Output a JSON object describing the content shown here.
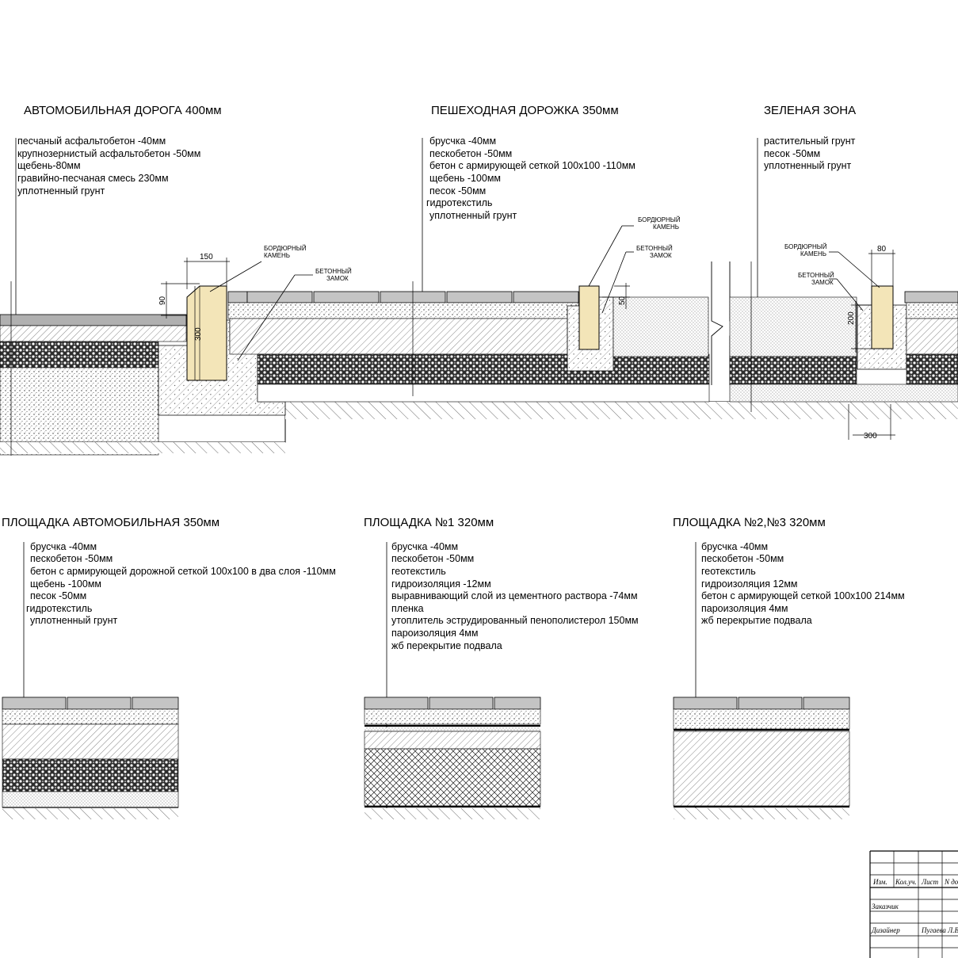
{
  "sections": {
    "road": {
      "title": "АВТОМОБИЛЬНАЯ ДОРОГА 400мм",
      "layers": [
        "песчаный асфальтобетон -40мм",
        "крупнозернистый асфальтобетон  -50мм",
        "щебень-80мм",
        "гравийно-песчаная смесь 230мм",
        "уплотненный грунт"
      ]
    },
    "walk": {
      "title": "ПЕШЕХОДНАЯ ДОРОЖКА 350мм",
      "layers": [
        "брусчка -40мм",
        "пескобетон -50мм",
        "бетон с армирующей сеткой 100х100 -110мм",
        "щебень -100мм",
        "песок -50мм",
        "гидротекстиль",
        "уплотненный грунт"
      ]
    },
    "green": {
      "title": "ЗЕЛЕНАЯ ЗОНА",
      "layers": [
        "растительный грунт",
        "песок -50мм",
        "уплотненный грунт"
      ]
    },
    "auto_pad": {
      "title": "ПЛОЩАДКА АВТОМОБИЛЬНАЯ 350мм",
      "layers": [
        "брусчка -40мм",
        "пескобетон -50мм",
        "бетон с армирующей дорожной сеткой 100х100 в два слоя -110мм",
        "щебень -100мм",
        "песок -50мм",
        "гидротекстиль",
        "уплотненный грунт"
      ]
    },
    "pad1": {
      "title": "ПЛОЩАДКА №1 320мм",
      "layers": [
        "брусчка -40мм",
        "пескобетон -50мм",
        "геотекстиль",
        "гидроизоляция -12мм",
        "выравнивающий слой из цементного раствора -74мм",
        "пленка",
        "утоплитель эструдированный пенополистерол 150мм",
        "пароизоляция 4мм",
        "жб перекрытие подвала"
      ]
    },
    "pad23": {
      "title": "ПЛОЩАДКА №2,№3 320мм",
      "layers": [
        "брусчка -40мм",
        "пескобетон -50мм",
        "геотекстиль",
        "гидроизоляция 12мм",
        "бетон с армирующей сеткой 100х100 214мм",
        "пароизоляция 4мм",
        "жб перекрытие подвала"
      ]
    }
  },
  "callouts": {
    "curb1": "БОРДЮРНЫЙ\nКАМЕНЬ",
    "lock1": "БЕТОННЫЙ\nЗАМОК",
    "curb2": "БОРДЮРНЫЙ\nКАМЕНЬ",
    "lock2": "БЕТОННЫЙ\nЗАМОК",
    "curb3": "БОРДЮРНЫЙ\nКАМЕНЬ",
    "lock3": "БЕТОННЫЙ\nЗАМОК"
  },
  "dimensions": {
    "d150": "150",
    "d90": "90",
    "d300v": "300",
    "d50": "50",
    "d80": "80",
    "d200": "200",
    "d300h": "300"
  },
  "stamp": {
    "izm": "Изм.",
    "koluch": "Кол.уч.",
    "list": "Лист",
    "ndok": "N док.",
    "zakazchik": "Заказчик",
    "designer": "Дизайнер",
    "name": "Пугаева Л.В."
  },
  "colors": {
    "curb_fill": "#f3e5b8",
    "line": "#000000",
    "asphalt": "#b0b0b0",
    "paver": "#c4c4c4"
  }
}
